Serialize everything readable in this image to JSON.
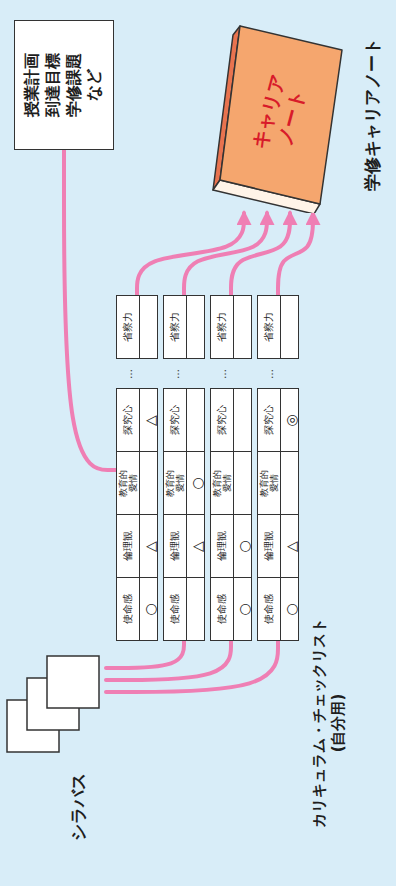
{
  "diagram": {
    "nodes": [
      {
        "text": [
          "授業計画 到達目標 学修課題 など"
        ]
      },
      {
        "text": [
          "シラバス"
        ]
      },
      {
        "text": [
          "使命感",
          "倫理観",
          "教育的 愛情",
          "探究心",
          "…",
          "省察力",
          "○",
          "△",
          "△"
        ]
      },
      {
        "text": [
          "使命感",
          "倫理観",
          "教育的 愛情",
          "探究心",
          "…",
          "省察力",
          "△",
          "○"
        ]
      },
      {
        "text": [
          "使命感",
          "倫理観",
          "教育的 愛情",
          "探究心",
          "…",
          "省察力",
          "○",
          "○"
        ]
      },
      {
        "text": [
          "使命感",
          "倫理観",
          "教育的 愛情",
          "探究心",
          "…",
          "省察力",
          "○",
          "△",
          "◎"
        ]
      },
      {
        "text": [
          "キャリア ノート",
          "学修キャリアノート"
        ]
      }
    ],
    "edges": [
      {
        "from": 0,
        "to": 2,
        "arrow": "none"
      },
      {
        "from": 1,
        "to": 3,
        "arrow": "none"
      },
      {
        "from": 1,
        "to": 4,
        "arrow": "none"
      },
      {
        "from": 1,
        "to": 5,
        "arrow": "none"
      },
      {
        "from": 2,
        "to": 6,
        "arrow": "to"
      },
      {
        "from": 3,
        "to": 6,
        "arrow": "to"
      },
      {
        "from": 4,
        "to": 6,
        "arrow": "to"
      },
      {
        "from": 5,
        "to": 6,
        "arrow": "to"
      }
    ],
    "labels": [
      "カリキュラム・チェックリスト (自分用)"
    ]
  }
}
